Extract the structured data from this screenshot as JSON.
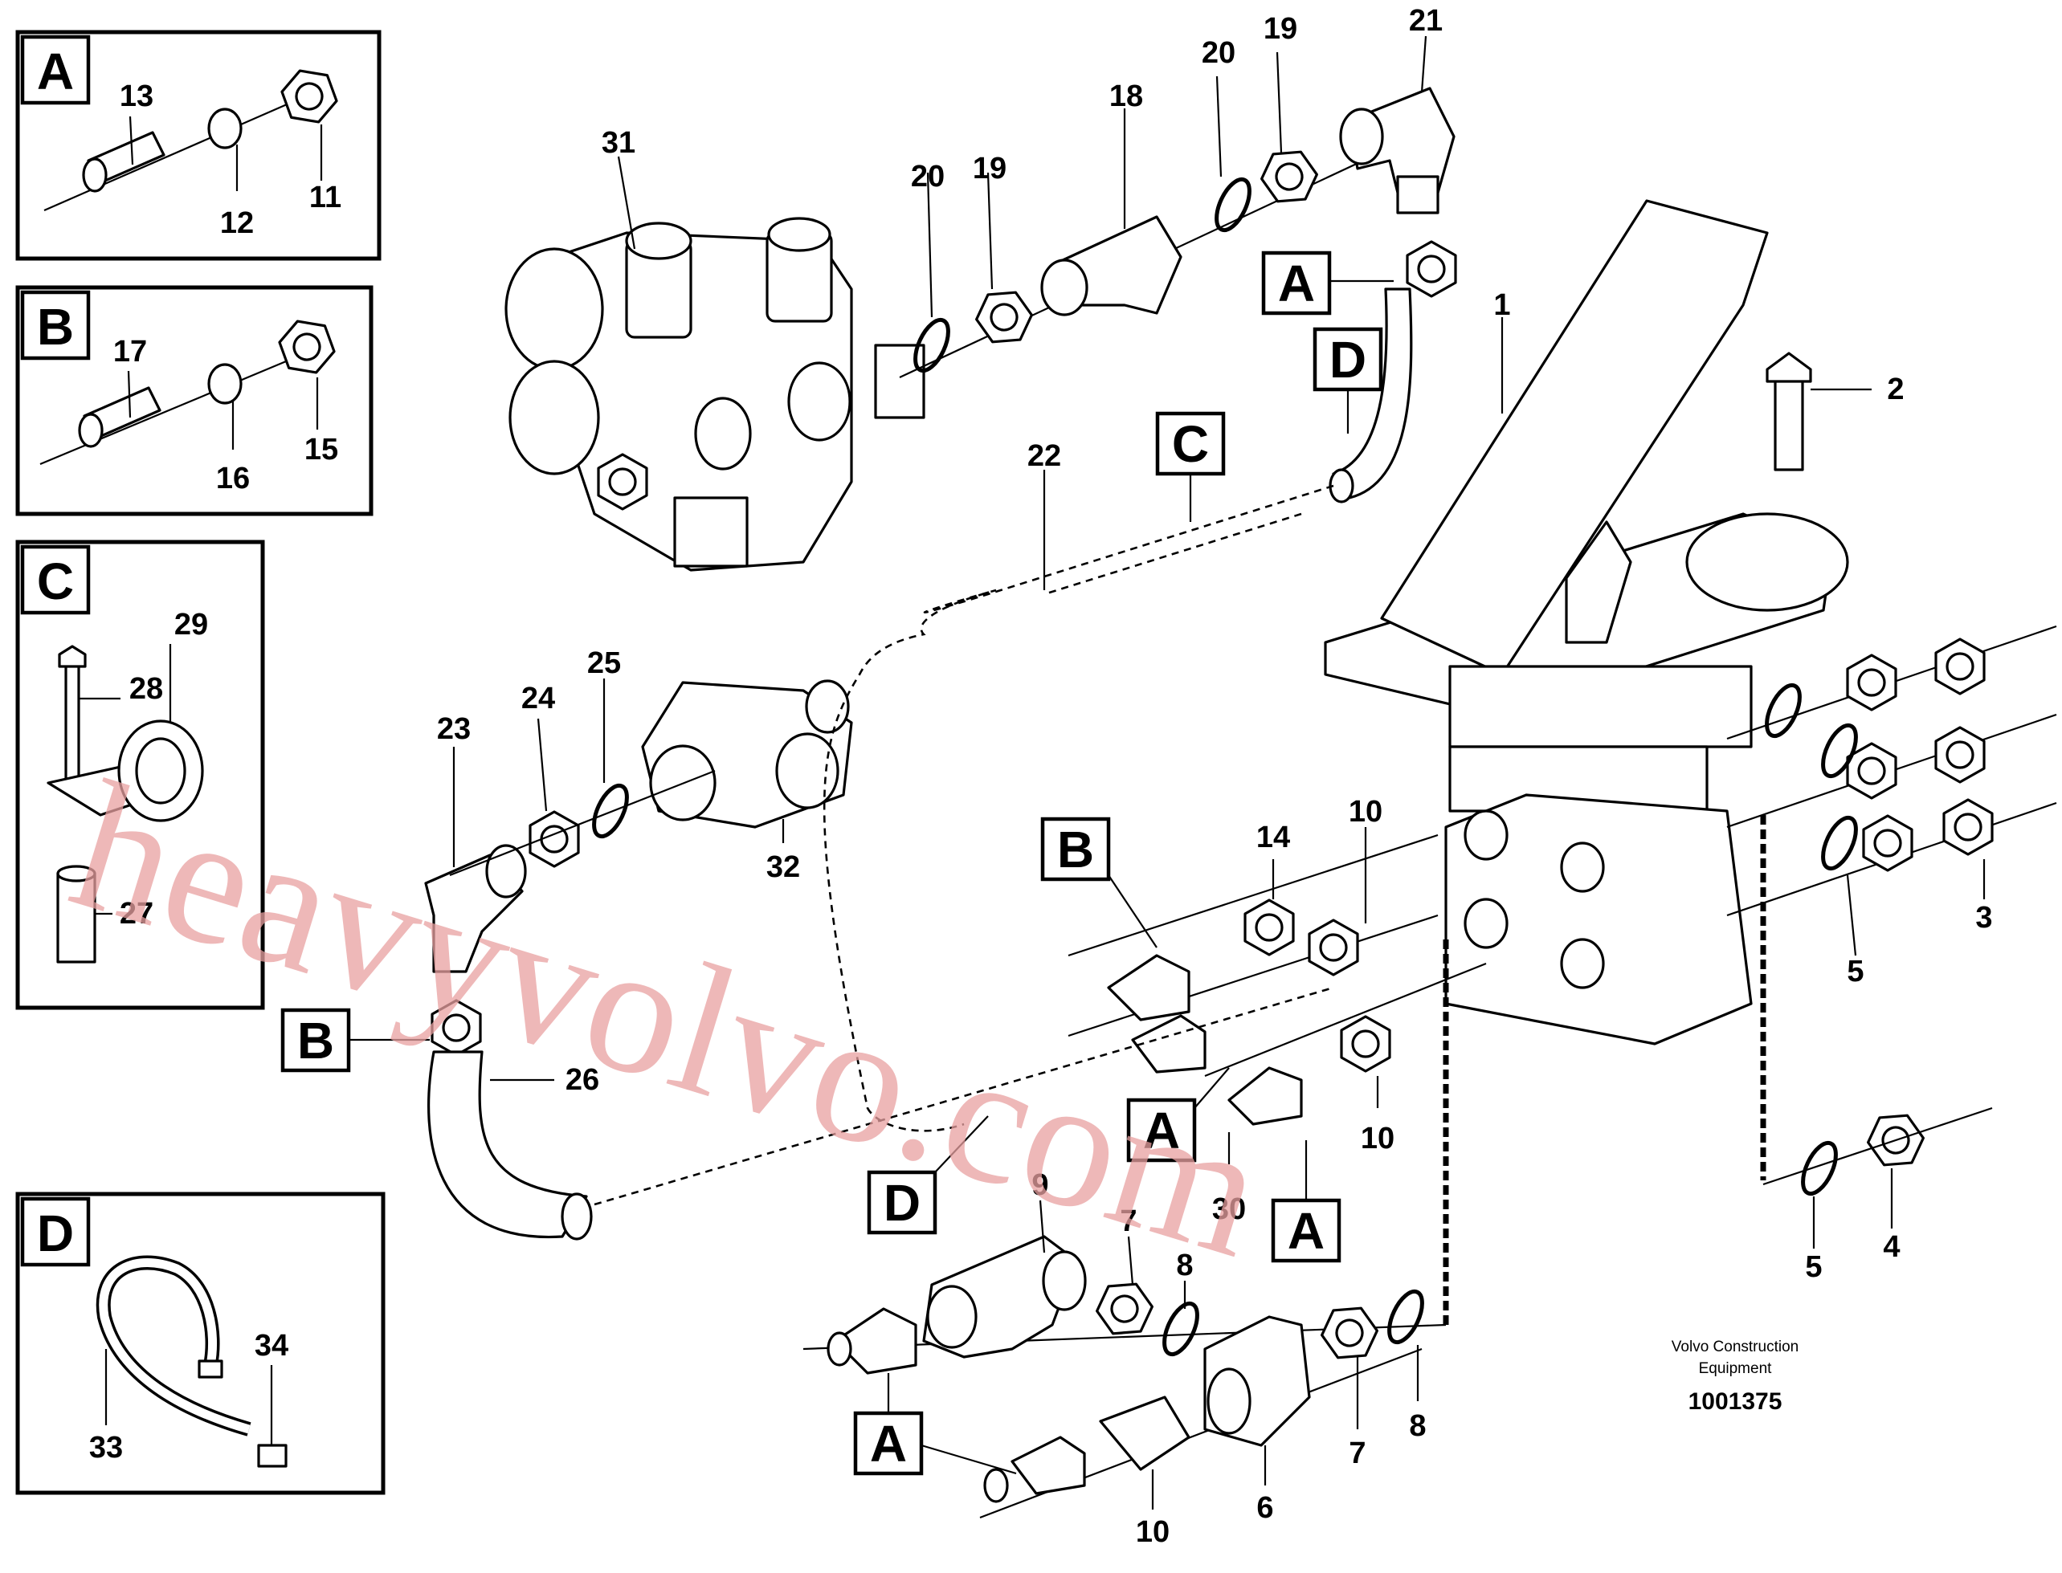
{
  "insets": [
    {
      "letter": "A",
      "labels": [
        "13",
        "12",
        "11"
      ]
    },
    {
      "letter": "B",
      "labels": [
        "17",
        "16",
        "15"
      ]
    },
    {
      "letter": "C",
      "labels": [
        "28",
        "29",
        "27"
      ]
    },
    {
      "letter": "D",
      "labels": [
        "33",
        "34"
      ]
    }
  ],
  "callouts": [
    "1",
    "2",
    "3",
    "4",
    "5",
    "5",
    "6",
    "7",
    "7",
    "8",
    "8",
    "9",
    "10",
    "10",
    "10",
    "14",
    "18",
    "19",
    "19",
    "20",
    "20",
    "21",
    "22",
    "23",
    "24",
    "25",
    "26",
    "30",
    "31",
    "32"
  ],
  "tags": [
    "A",
    "A",
    "A",
    "A",
    "B",
    "B",
    "C",
    "D",
    "D"
  ],
  "credit": {
    "line1": "Volvo Construction",
    "line2": "Equipment",
    "part_number": "1001375"
  },
  "watermark": "heavyvolvo.com"
}
